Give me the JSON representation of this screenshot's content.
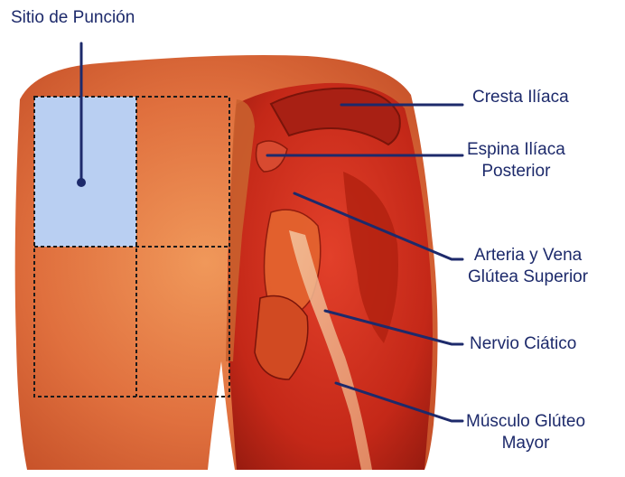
{
  "labels": {
    "puncture_site": "Sitio de Punción",
    "iliac_crest": "Cresta Ilíaca",
    "posterior_iliac_spine": [
      "Espina Ilíaca",
      "Posterior"
    ],
    "superior_gluteal_vessels": [
      "Arteria y Vena",
      "Glútea Superior"
    ],
    "sciatic_nerve": "Nervio Ciático",
    "gluteus_maximus": [
      "Músculo Glúteo",
      "Mayor"
    ]
  },
  "colors": {
    "label_text": "#1d2a6b",
    "leader_line": "#1d2a6b",
    "skin": "#e0703e",
    "muscle": "#c42818",
    "highlight_quadrant": "#b9cff2",
    "quadrant_border": "#1a1a1a"
  }
}
